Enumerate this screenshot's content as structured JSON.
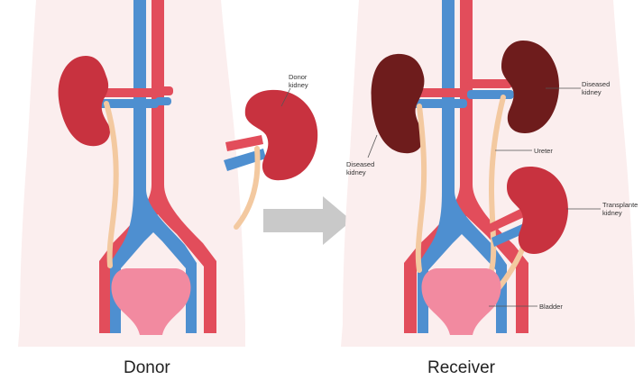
{
  "captions": {
    "donor": "Donor",
    "receiver": "Receiver"
  },
  "labels": {
    "donor_kidney": [
      "Donor",
      "kidney"
    ],
    "diseased_kidney_left": [
      "Diseased",
      "kidney"
    ],
    "diseased_kidney_right": [
      "Diseased",
      "kidney"
    ],
    "ureter": "Ureter",
    "transplanted_kidney": [
      "Transplante",
      "kidney"
    ],
    "bladder": "Bladder"
  },
  "colors": {
    "body": "#fbeeee",
    "artery": "#e24d5b",
    "vein": "#4e8fd0",
    "healthy_kidney": "#c8323f",
    "diseased_kidney": "#6e1c1c",
    "ureter": "#f3c9a0",
    "bladder": "#f28aa0",
    "arrow": "#c9c9c9"
  }
}
